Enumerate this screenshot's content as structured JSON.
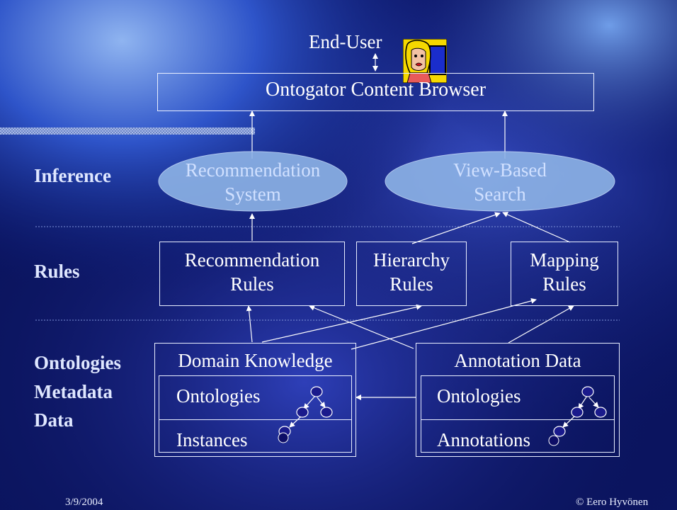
{
  "end_user": "End-User",
  "browser": "Ontogator Content Browser",
  "row_labels": {
    "inference": "Inference",
    "rules": "Rules",
    "ontologies": "Ontologies",
    "metadata": "Metadata",
    "data": "Data"
  },
  "inference": {
    "recommendation_line1": "Recommendation",
    "recommendation_line2": "System",
    "viewbased_line1": "View-Based",
    "viewbased_line2": "Search"
  },
  "rules": {
    "recommendation_line1": "Recommendation",
    "recommendation_line2": "Rules",
    "hierarchy_line1": "Hierarchy",
    "hierarchy_line2": "Rules",
    "mapping_line1": "Mapping",
    "mapping_line2": "Rules"
  },
  "domain_knowledge": {
    "title": "Domain Knowledge",
    "ontologies": "Ontologies",
    "instances": "Instances"
  },
  "annotation_data": {
    "title": "Annotation Data",
    "ontologies": "Ontologies",
    "annotations": "Annotations"
  },
  "footer": {
    "date": "3/9/2004",
    "copyright": "© Eero Hyvönen"
  },
  "colors": {
    "background": "#0a1a7a",
    "text": "#ffffff",
    "ellipse_fill": "#8fb5e6",
    "node_fill": "#1a1a8c",
    "avatar_hair": "#f5d800"
  }
}
